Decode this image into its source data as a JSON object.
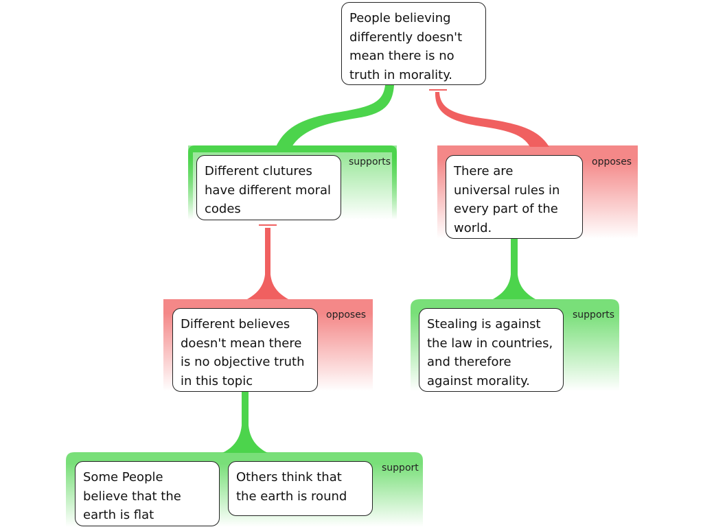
{
  "colors": {
    "support": "#4cd44c",
    "oppose": "#f06060"
  },
  "claim": {
    "lines": [
      "People believing",
      "differently doesn't",
      "mean there is no",
      "truth in morality."
    ]
  },
  "groups": [
    {
      "label": "supports",
      "type": "support",
      "color": "#4cd44c"
    },
    {
      "label": "opposes",
      "type": "oppose",
      "color": "#f06060"
    },
    {
      "label": "opposes",
      "type": "oppose",
      "color": "#f06060"
    },
    {
      "label": "supports",
      "type": "support",
      "color": "#4cd44c"
    },
    {
      "label": "support",
      "type": "support",
      "color": "#4cd44c"
    }
  ],
  "nodes": [
    {
      "lines": [
        "Different clutures",
        "have different moral",
        "codes"
      ]
    },
    {
      "lines": [
        "There are",
        "universal rules in",
        "every part of the",
        "world."
      ]
    },
    {
      "lines": [
        "Different believes",
        "doesn't mean there",
        "is no objective truth",
        "in this topic"
      ]
    },
    {
      "lines": [
        "Stealing is against",
        "the law in countries,",
        "and therefore",
        "against morality."
      ]
    },
    {
      "lines": [
        "Some People",
        "believe that the",
        "earth is flat"
      ]
    },
    {
      "lines": [
        "Others think that",
        "the earth is round"
      ]
    }
  ]
}
